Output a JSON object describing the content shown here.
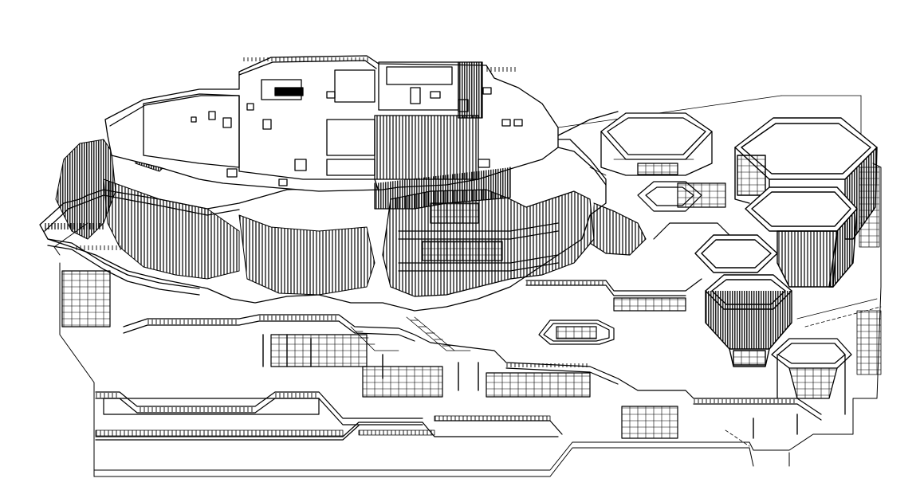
{
  "drawing": {
    "line_color": "#000000",
    "background_color": "#ffffff",
    "components": [
      "upper-terrace-platform",
      "rooftop-block",
      "central-louvered-tower",
      "left-louvered-facade",
      "hexagonal-tower-large",
      "hexagonal-tower-medium",
      "hexagonal-tower-small",
      "hexagonal-pavilion-left",
      "hexagonal-pavilion-right",
      "lower-terrace-walkways",
      "central-courtyard-opening",
      "base-podium"
    ]
  }
}
